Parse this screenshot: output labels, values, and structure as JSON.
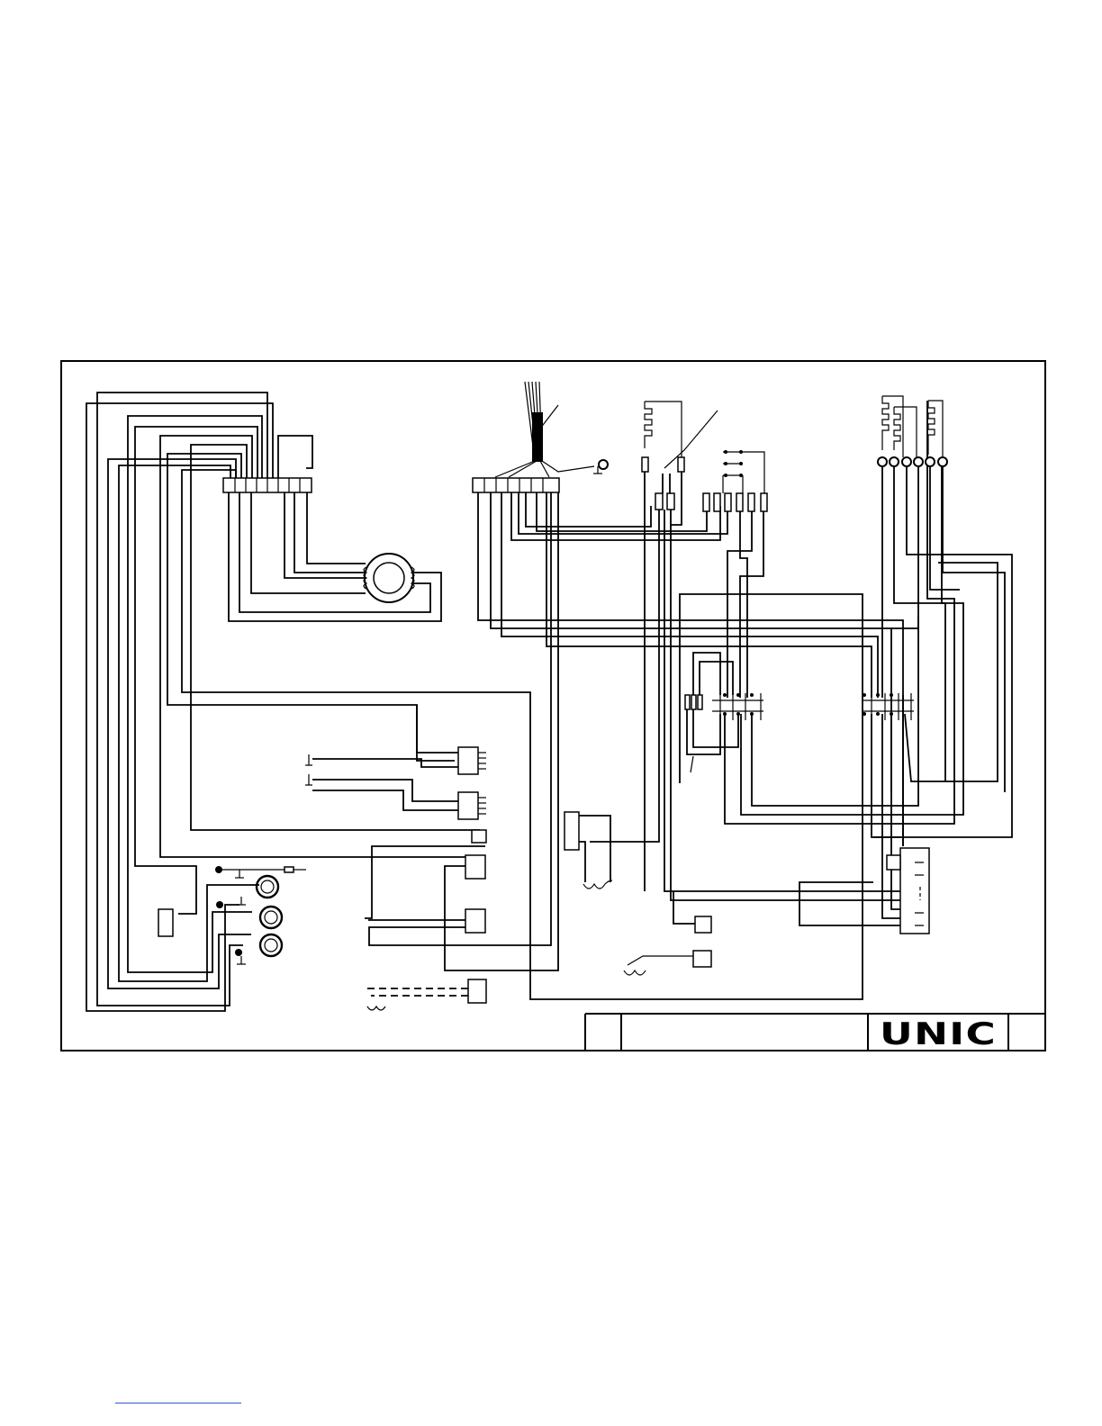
{
  "drawing": {
    "logo_text": "UNIC",
    "line_color": "#000000",
    "background": "#ffffff",
    "footer_link_color": "#3355cc"
  },
  "components": {
    "grounds": 6,
    "terminal_blocks": 2,
    "toroidal_transformer": 1,
    "heating_coils": 3,
    "contactors": 2,
    "fuses": 3
  },
  "icons": [
    "ground-icon",
    "heating-coil-icon",
    "terminal-block-icon",
    "transformer-icon",
    "connector-icon",
    "fuse-icon",
    "contactor-icon",
    "ring-terminal-icon",
    "pump-coil-icon"
  ]
}
